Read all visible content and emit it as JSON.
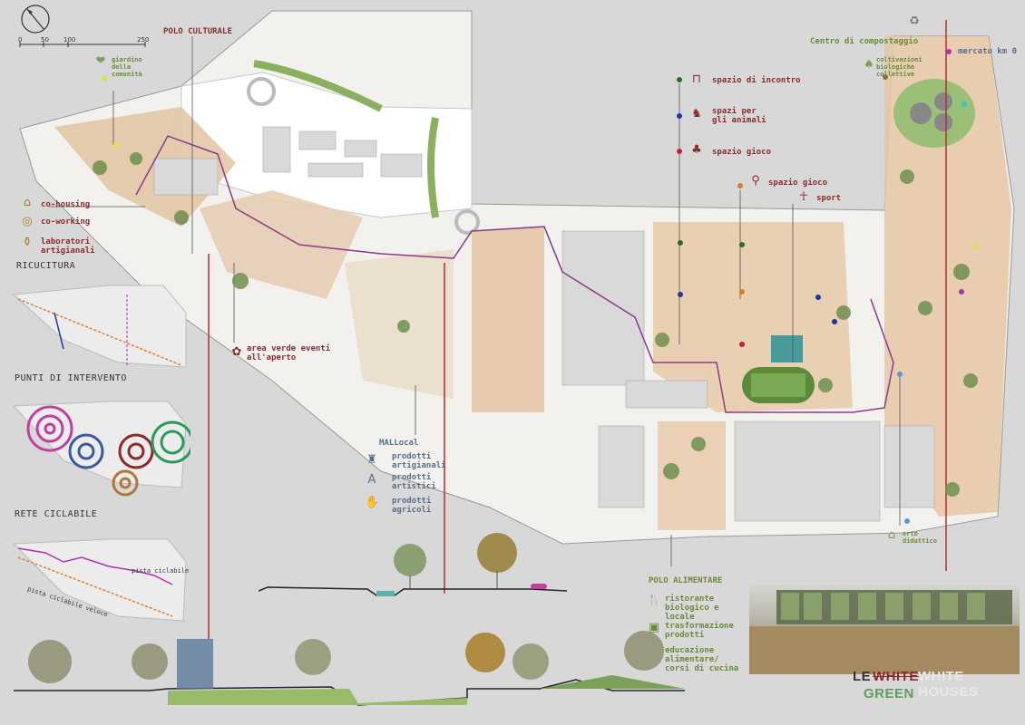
{
  "scale": {
    "ticks": [
      "0",
      "50",
      "100",
      "250"
    ]
  },
  "labels": {
    "polo_culturale": "POLO CULTURALE",
    "giardino": "giardino della comunità",
    "co_housing": "co-housing",
    "co_working": "co-working",
    "laboratori": "laboratori artigianali",
    "area_verde": "area verde eventi all'aperto",
    "mallocal": "MALLocal",
    "prodotti_artigianali": "prodotti artigianali",
    "prodotti_artistici": "prodotti artistici",
    "prodotti_agricoli": "prodotti agricoli",
    "spazio_incontro": "spazio di incontro",
    "spazi_animali": "spazi per gli animali",
    "spazio_gioco_1": "spazio gioco",
    "spazio_gioco_2": "spazio gioco",
    "sport": "sport",
    "centro_compostaggio": "Centro di compostaggio",
    "mercato": "mercato km 0",
    "coltivazioni": "coltivazioni biologiche collettive",
    "orto": "orto didattico",
    "polo_alimentare": "POLO ALIMENTARE",
    "ristorante": "ristorante biologico e locale",
    "trasformazione": "trasformazione prodotti",
    "educazione": "educazione alimentare/ corsi di cucina"
  },
  "side_panels": {
    "ricucitura": "RICUCITURA",
    "punti": "PUNTI DI INTERVENTO",
    "rete": "RETE CICLABILE",
    "pista_ciclabile": "pista ciclabile",
    "pista_ciclabile_veloce": "pista ciclabile veloce"
  },
  "brand": {
    "le": "LE",
    "white": "WHITE",
    "white_houses": "WHITE HOUSES",
    "green": "GREEN"
  },
  "colors": {
    "accent_red": "#8a2b2b",
    "green": "#6a8a3a",
    "blue_grey": "#5b6d8a",
    "purple_path": "#8a3a8a",
    "orange": "#e07b2a"
  },
  "icons": [
    "compass-icon",
    "heart-icon",
    "house-icon",
    "coworking-icon",
    "jar-icon",
    "flower-icon",
    "basket-icon",
    "artist-icon",
    "hand-icon",
    "bench-icon",
    "dog-icon",
    "playground-icon",
    "skate-icon",
    "runner-icon",
    "compost-icon",
    "sprout-icon",
    "school-icon",
    "cutlery-icon",
    "processing-icon",
    "education-icon"
  ]
}
